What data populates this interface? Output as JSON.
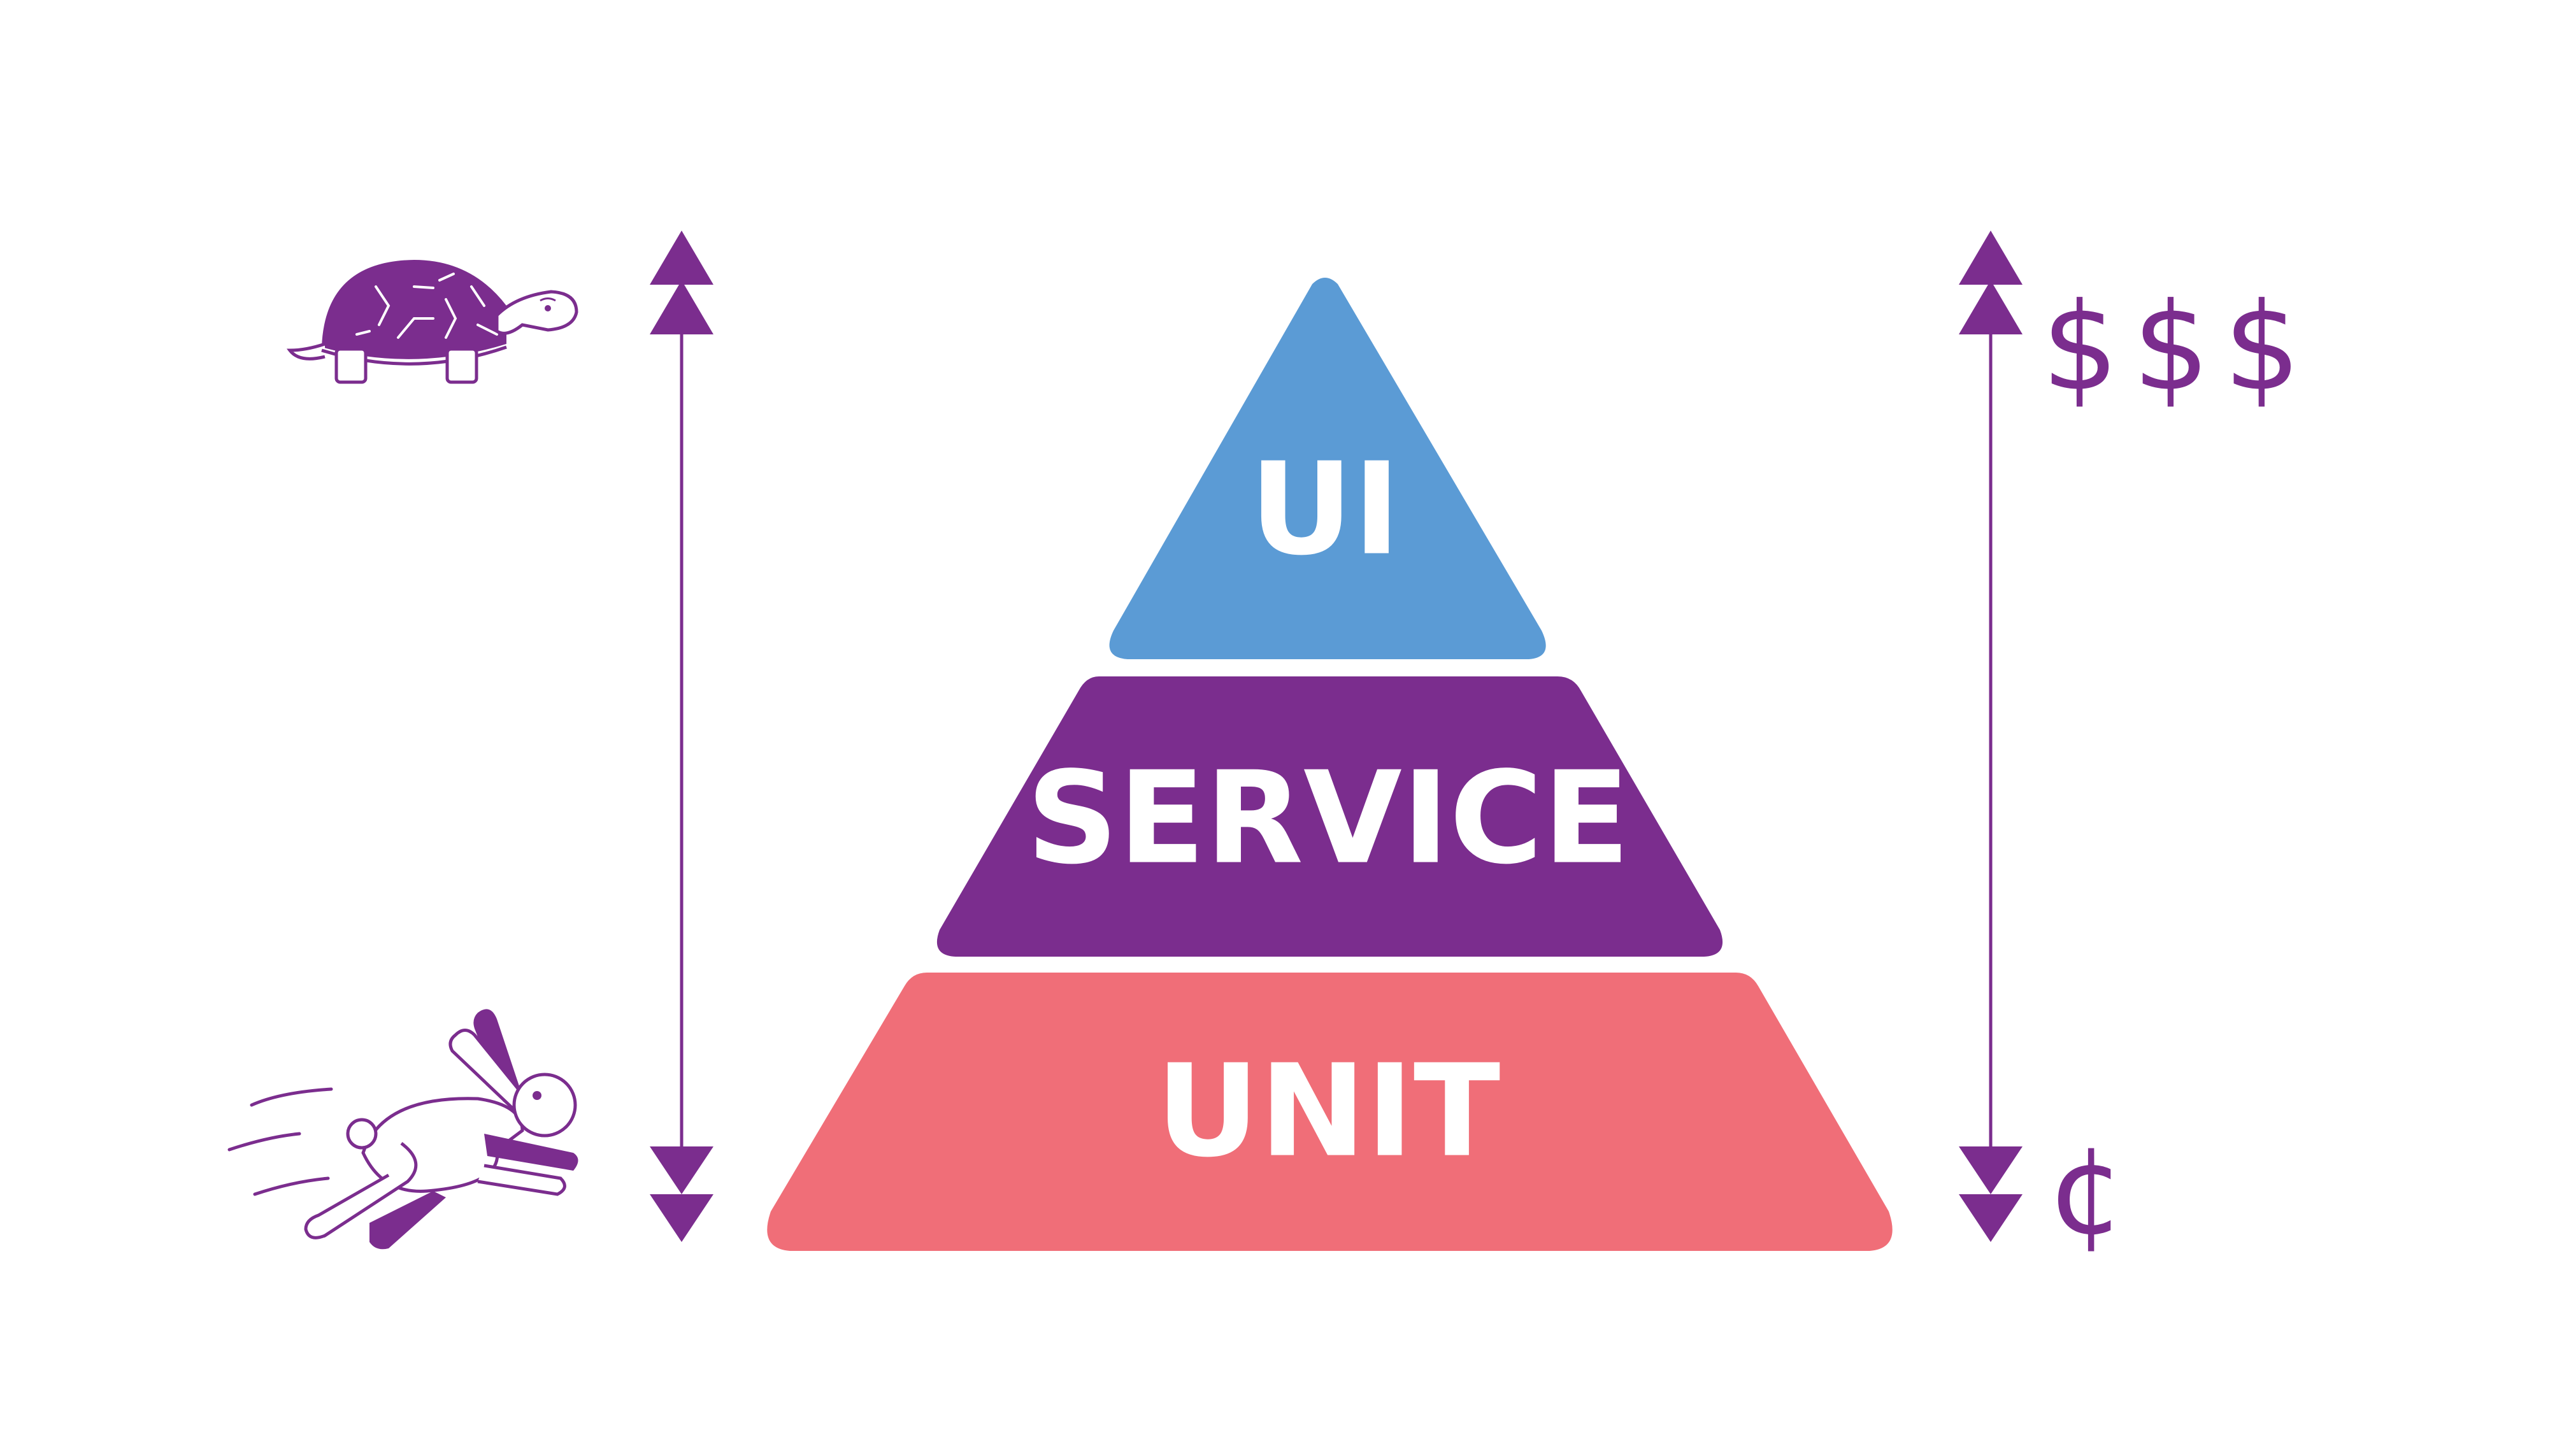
{
  "pyramid": {
    "tiers": [
      {
        "label": "UI",
        "color": "#5b9bd5"
      },
      {
        "label": "SERVICE",
        "color": "#7b2d8e"
      },
      {
        "label": "UNIT",
        "color": "#f06e78"
      }
    ]
  },
  "speed_scale": {
    "top_icon": "turtle-icon",
    "bottom_icon": "rabbit-icon",
    "color": "#7b2d8e"
  },
  "cost_scale": {
    "top_label": "$$$",
    "bottom_label": "¢",
    "color": "#7b2d8e"
  }
}
